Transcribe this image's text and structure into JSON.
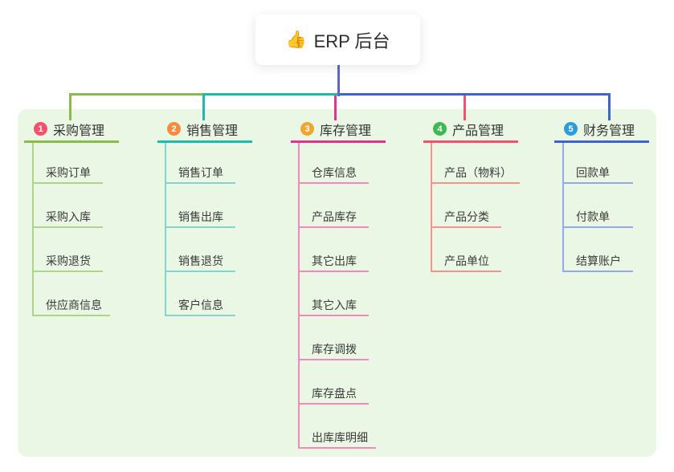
{
  "root": {
    "icon": "👍",
    "title": "ERP 后台"
  },
  "branches": [
    {
      "index": "1",
      "label": "采购管理",
      "badge_color": "#f4516c",
      "line_color": "#8bbb4e",
      "item_line_color": "#add489",
      "items": [
        "采购订单",
        "采购入库",
        "采购退货",
        "供应商信息"
      ]
    },
    {
      "index": "2",
      "label": "销售管理",
      "badge_color": "#f78c3e",
      "line_color": "#20b9af",
      "item_line_color": "#82d5cf",
      "items": [
        "销售订单",
        "销售出库",
        "销售退货",
        "客户信息"
      ]
    },
    {
      "index": "3",
      "label": "库存管理",
      "badge_color": "#f0a732",
      "line_color": "#e5328f",
      "item_line_color": "#f288be",
      "items": [
        "仓库信息",
        "产品库存",
        "其它出库",
        "其它入库",
        "库存调拨",
        "库存盘点",
        "出库库明细"
      ]
    },
    {
      "index": "4",
      "label": "产品管理",
      "badge_color": "#3db852",
      "line_color": "#f4516c",
      "item_line_color": "#f7918e",
      "items": [
        "产品（物料）",
        "产品分类",
        "产品单位"
      ]
    },
    {
      "index": "5",
      "label": "财务管理",
      "badge_color": "#2d9cdb",
      "line_color": "#4161d1",
      "item_line_color": "#93a9e8",
      "items": [
        "回款单",
        "付款单",
        "结算账户"
      ]
    }
  ],
  "colors": {
    "root_connector": "#5c6bc0",
    "canvas_background": "#ebf7e5",
    "page_background": "#ffffff",
    "text": "#333333"
  }
}
